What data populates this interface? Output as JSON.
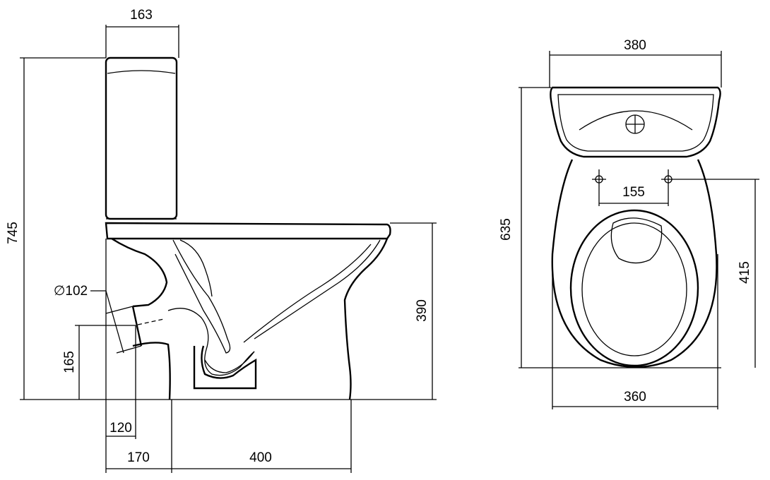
{
  "side_view": {
    "dims": {
      "tank_width": "163",
      "total_height": "745",
      "seat_height": "390",
      "outlet_diameter": "∅102",
      "outlet_height": "165",
      "outlet_offset": "120",
      "base_offset": "170",
      "bowl_length": "400"
    }
  },
  "top_view": {
    "dims": {
      "tank_width": "380",
      "total_depth": "635",
      "fixing_holes_spacing": "155",
      "bowl_depth": "415",
      "bowl_width": "360"
    }
  }
}
